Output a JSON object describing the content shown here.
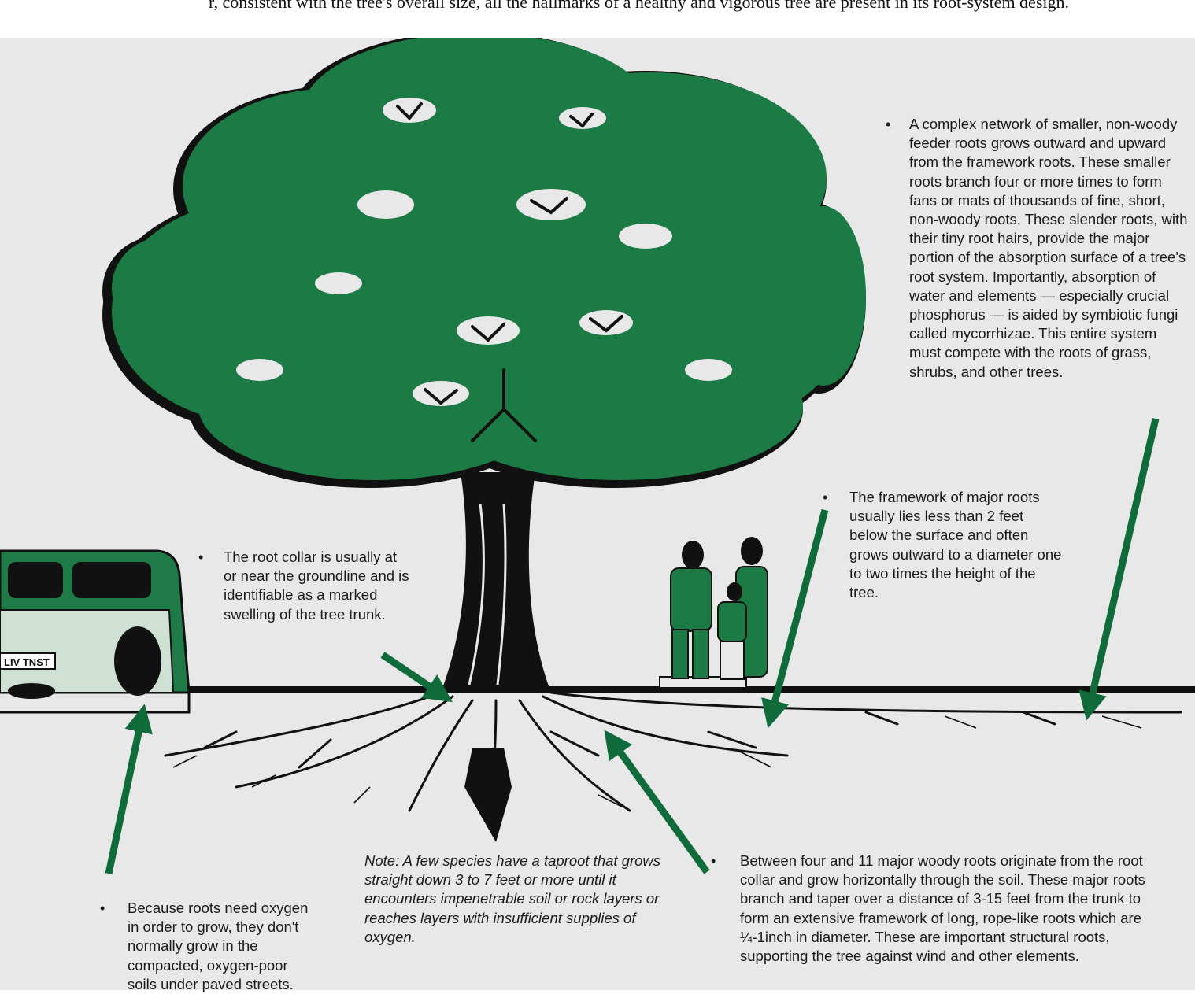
{
  "top_caption": "r, consistent with the tree's overall size, all the hallmarks of a healthy and vigorous tree are present in its root-system design.",
  "colors": {
    "panel_bg": "#e8e8e9",
    "foliage": "#1c7a45",
    "arrow": "#0f6b3a",
    "outline": "#111111",
    "vehicle": "#1e7a47",
    "vehicle_body": "#cfe0d5"
  },
  "notes": {
    "feeder_roots": {
      "bullet": "•",
      "text": "A complex network of smaller, non-woody feeder roots grows outward and upward from the framework roots. These smaller roots branch four or more times to form fans or mats of thousands of fine, short, non-woody roots. These slender roots, with their tiny root hairs, provide the major portion of the absorption surface of a tree's root system. Importantly, absorption of water and elements — especially crucial phosphorus — is aided by symbiotic fungi called mycorrhizae. This entire system must compete with the roots of grass, shrubs, and other trees."
    },
    "framework_roots": {
      "bullet": "•",
      "text": "The framework of major roots usually lies less than 2 feet below the surface and often grows outward to a diameter one to two times the height of the tree."
    },
    "root_collar": {
      "bullet": "•",
      "text": "The root collar is usually at or near the groundline and is identifiable as a marked swelling of the tree trunk."
    },
    "oxygen": {
      "bullet": "•",
      "text": "Because roots need oxygen in order to grow, they don't normally grow in the compacted, oxygen-poor soils under paved streets."
    },
    "taproot": {
      "text": "Note: A few species have a taproot that grows straight down 3 to 7 feet or more until it encounters impenetrable soil or rock layers or reaches layers with insufficient supplies of oxygen."
    },
    "woody_roots": {
      "bullet": "•",
      "text": "Between four and 11 major woody roots originate from the root collar and grow horizontally through the soil. These major roots branch and taper over a distance of 3-15 feet from the trunk to form an extensive framework of long, rope-like roots which are ¼-1inch in diameter. These are important structural roots, supporting the tree against wind and other elements."
    }
  },
  "vehicle_plate": "LIV TNST"
}
